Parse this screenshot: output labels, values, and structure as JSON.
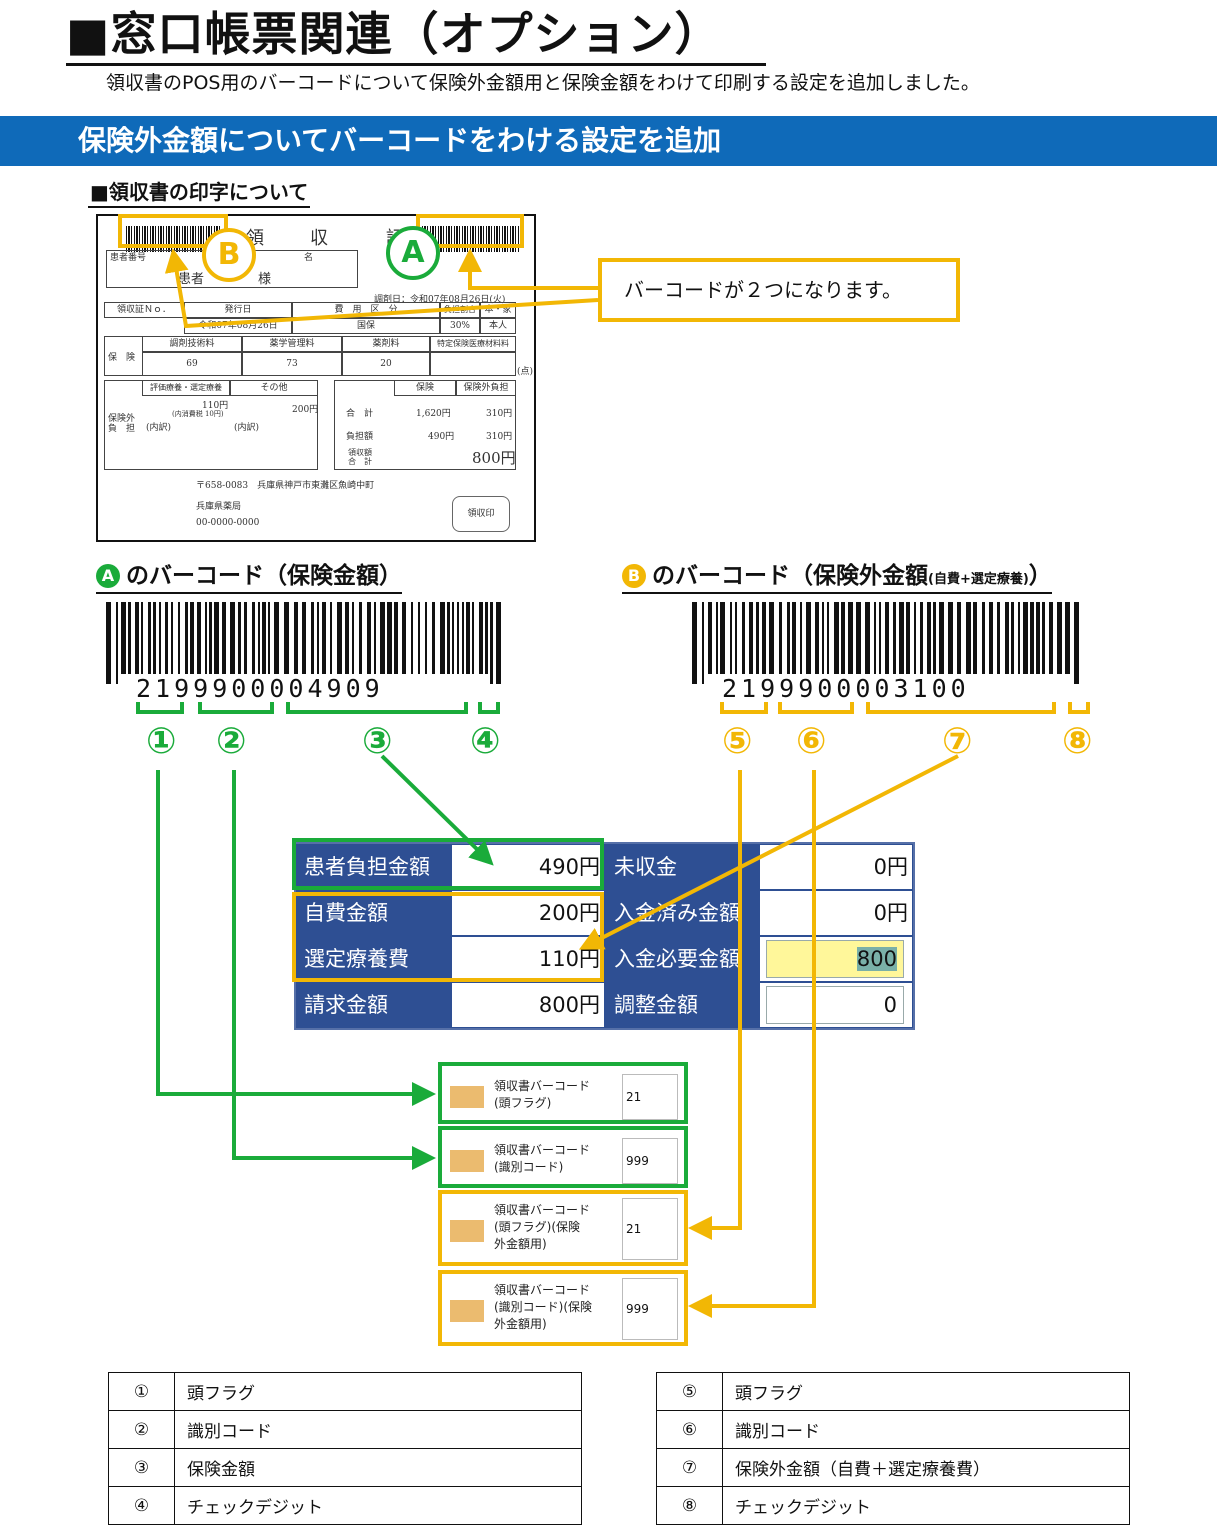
{
  "header": {
    "title": "■窓口帳票関連（オプション）",
    "subtitle": "領収書のPOS用のバーコードについて保険外金額用と保険金額をわけて印刷する設定を追加しました。",
    "banner": "保険外金額についてバーコードをわける設定を追加",
    "section": "■領収書の印字について"
  },
  "receipt": {
    "title_chars": [
      "領",
      "収",
      "証"
    ],
    "patient_no_label": "患者番号",
    "name_label": "名",
    "patient_name": "患者",
    "honorific": "様",
    "dispense_date": "調剤日：令和07年08月26日(火)",
    "receipt_no_label": "領収証Ｎｏ．",
    "issue_date_label": "発行日",
    "cost_label": "費　用　区　分",
    "burden_label": "負担割合",
    "main_family": "本・家",
    "issue_date_value": "令和07年08月26日",
    "insurance_type": "国保",
    "burden_ratio": "30%",
    "person": "本人",
    "insurance_label": "保　険",
    "fee_headers": [
      "調剤技術料",
      "薬学管理料",
      "薬剤料",
      "特定保険医療材料料"
    ],
    "fee_values": [
      "69",
      "73",
      "20",
      ""
    ],
    "points_unit": "(点)",
    "extra_label": "保険外\n負　担",
    "extra_headers": [
      "評価療養・選定療養",
      "その他"
    ],
    "extra_value1": "110円",
    "extra_tax": "(内消費税 10円)",
    "extra_value2": "200円",
    "uchiwake": "(内訳)",
    "totals_headers": [
      "保険",
      "保険外負担"
    ],
    "total_label": "合　計",
    "total_ins": "1,620円",
    "total_ext": "310円",
    "burden_amount_label": "負担額",
    "burden_ins": "490円",
    "burden_ext": "310円",
    "receipt_total_label": "領収額\n合　計",
    "receipt_total": "800円",
    "address": "〒658-0083　兵庫県神戸市東灘区魚崎中町",
    "pharmacy": "兵庫県薬局",
    "phone": "00-0000-0000",
    "stamp": "領収印"
  },
  "markers": {
    "a": "A",
    "b": "B"
  },
  "callout": "バーコードが２つになります。",
  "barcode_a": {
    "title": "のバーコード（保険金額）",
    "digits": "2199900004909",
    "parts": [
      "①",
      "②",
      "③",
      "④"
    ]
  },
  "barcode_b": {
    "title": "のバーコード（保険外金額",
    "title_small": "(自費+選定療養)",
    "title_end": "）",
    "digits": "2199900003100",
    "parts": [
      "⑤",
      "⑥",
      "⑦",
      "⑧"
    ]
  },
  "panel": {
    "rows": [
      {
        "label": "患者負担金額",
        "value": "490円",
        "label2": "未収金",
        "value2": "0円"
      },
      {
        "label": "自費金額",
        "value": "200円",
        "label2": "入金済み金額",
        "value2": "0円"
      },
      {
        "label": "選定療養費",
        "value": "110円",
        "label2": "入金必要金額",
        "value2": "800"
      },
      {
        "label": "請求金額",
        "value": "800円",
        "label2": "調整金額",
        "value2": "0"
      }
    ]
  },
  "settings": [
    {
      "label": "領収書バーコード\n(頭フラグ)",
      "value": "21"
    },
    {
      "label": "領収書バーコード\n(識別コード)",
      "value": "999"
    },
    {
      "label": "領収書バーコード\n(頭フラグ)(保険\n外金額用)",
      "value": "21"
    },
    {
      "label": "領収書バーコード\n(識別コード)(保険\n外金額用)",
      "value": "999"
    }
  ],
  "legend_left": [
    {
      "no": "①",
      "text": "頭フラグ"
    },
    {
      "no": "②",
      "text": "識別コード"
    },
    {
      "no": "③",
      "text": "保険金額"
    },
    {
      "no": "④",
      "text": "チェックデジット"
    }
  ],
  "legend_right": [
    {
      "no": "⑤",
      "text": "頭フラグ"
    },
    {
      "no": "⑥",
      "text": "識別コード"
    },
    {
      "no": "⑦",
      "text": "保険外金額（自費＋選定療養費）"
    },
    {
      "no": "⑧",
      "text": "チェックデジット"
    }
  ],
  "colors": {
    "green": "#1aab3a",
    "yellow": "#f2b705",
    "banner": "#0f6ab9",
    "panel": "#2e4f93"
  }
}
